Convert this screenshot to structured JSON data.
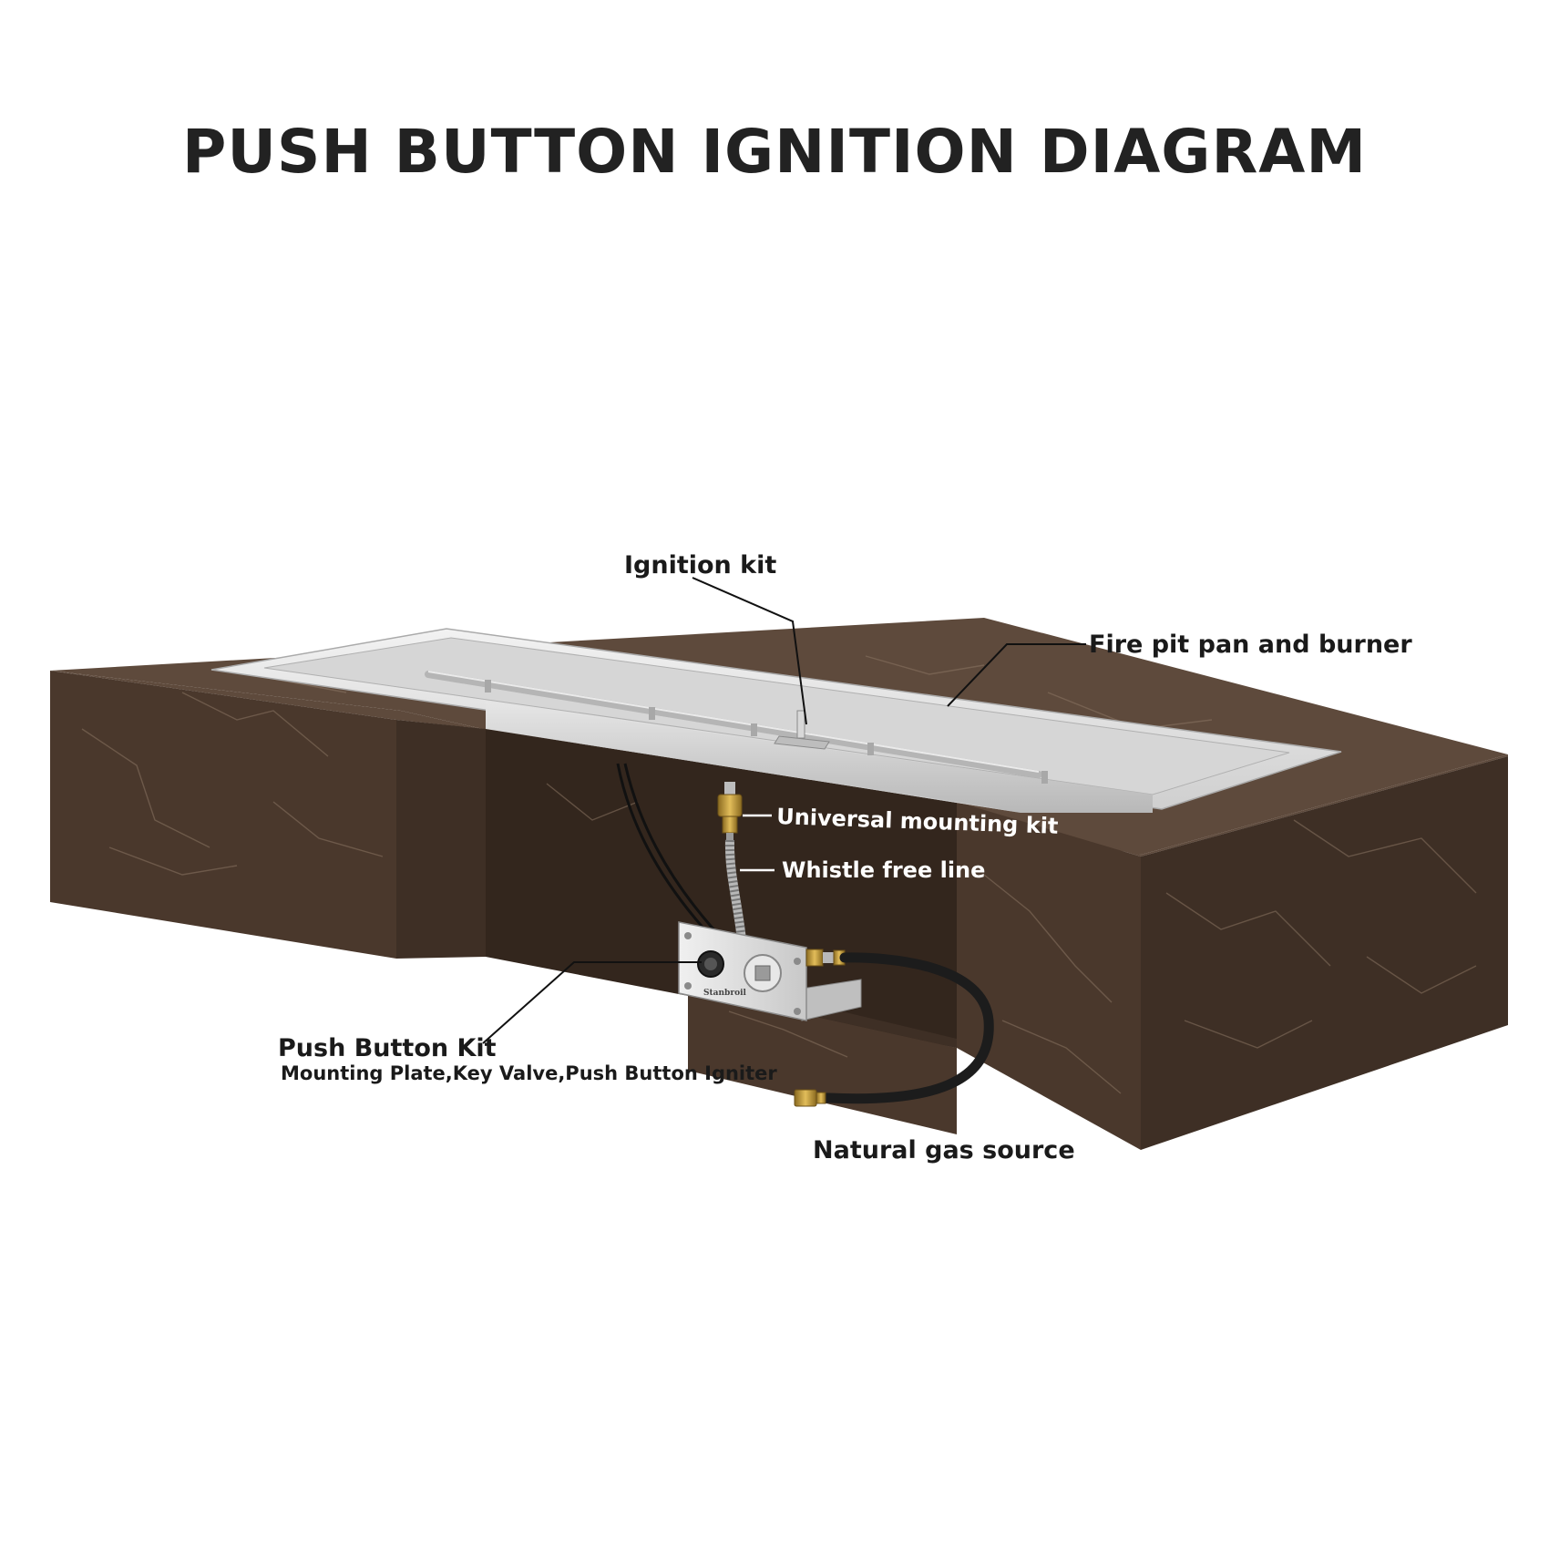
{
  "title": "PUSH BUTTON IGNITION DIAGRAM",
  "colors": {
    "stone_top": "#5e4a3c",
    "stone_front": "#4a382c",
    "stone_side": "#3e2f25",
    "stone_dark": "#33261d",
    "vein": "#8a7563",
    "steel_light": "#e4e4e4",
    "steel_mid": "#c4c4c4",
    "steel_dark": "#9a9a9a",
    "brass": "#c8a040",
    "hose": "#1c1c1c"
  },
  "labels": {
    "ignition_kit": "Ignition kit",
    "fire_pit_pan": "Fire pit pan and burner",
    "universal_mounting": "Universal mounting kit",
    "whistle_free": "Whistle free line",
    "push_button_kit": "Push Button Kit",
    "push_button_sub": "Mounting Plate,Key Valve,Push Button Igniter",
    "natural_gas": "Natural gas source",
    "plate_brand": "Stanbroil"
  },
  "icons": {
    "key_valve": "square-key-valve-icon",
    "igniter": "push-button-igniter-icon"
  }
}
